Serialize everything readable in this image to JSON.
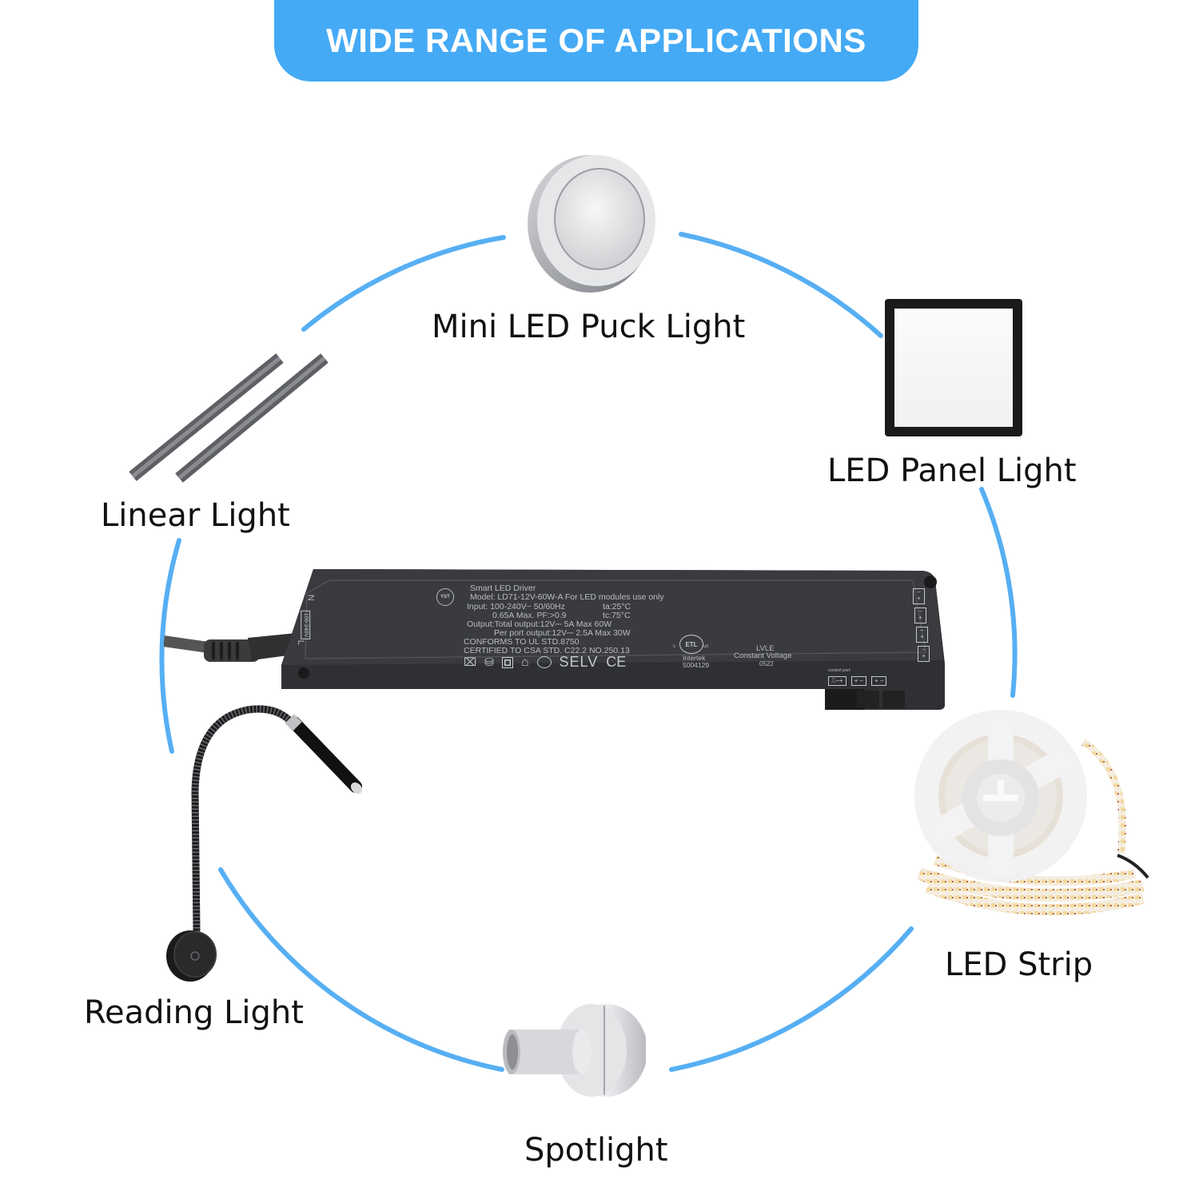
{
  "banner": {
    "title": "WIDE RANGE OF APPLICATIONS",
    "color": "#45aaf5"
  },
  "ring": {
    "color": "#45a6f2"
  },
  "applications": [
    {
      "id": "mini-led-puck-light",
      "label": "Mini LED Puck Light"
    },
    {
      "id": "led-panel-light",
      "label": "LED Panel Light"
    },
    {
      "id": "linear-light",
      "label": "Linear Light"
    },
    {
      "id": "led-strip",
      "label": "LED Strip"
    },
    {
      "id": "reading-light",
      "label": "Reading Light"
    },
    {
      "id": "spotlight",
      "label": "Spotlight"
    }
  ],
  "driver": {
    "brand_logo": "YST",
    "title": "Smart LED Driver",
    "model": "Model: LD71-12V-60W-A  For LED modules use only",
    "input_line1": "Input: 100-240V~    50/60Hz",
    "input_line2": "0.65A Max.  PF:>0.9",
    "ta": "ta:25°C",
    "tc": "tc:75°C",
    "output_total": "Output:Total output:12V⎓ 5A  Max 60W",
    "output_port": "Per port output:12V⎓ 2.5A  Max 30W",
    "conforms": "CONFORMS TO UL STD.8750",
    "certified": "CERTIFIED TO CSA STD. C22.2 NO.250.13",
    "selv": "SELV",
    "ce": "CE",
    "etl_mark": "ETL",
    "etl_c": "c",
    "etl_us": "us",
    "intertek": "Intertek",
    "intertek_no": "5004129",
    "lvle": "LVLE",
    "constant_voltage": "Constant Voltage",
    "date_code": "0522",
    "input_side": {
      "n": "N",
      "l": "L",
      "voltage": "100-240V",
      "freq": "50/60Hz"
    },
    "control_port_label": "control port",
    "control_ports": [
      "⎍–+",
      "+ –",
      "+ –"
    ],
    "output_terminals": [
      "–\n+",
      "–\n+",
      "–\n+",
      "–\n+"
    ]
  }
}
